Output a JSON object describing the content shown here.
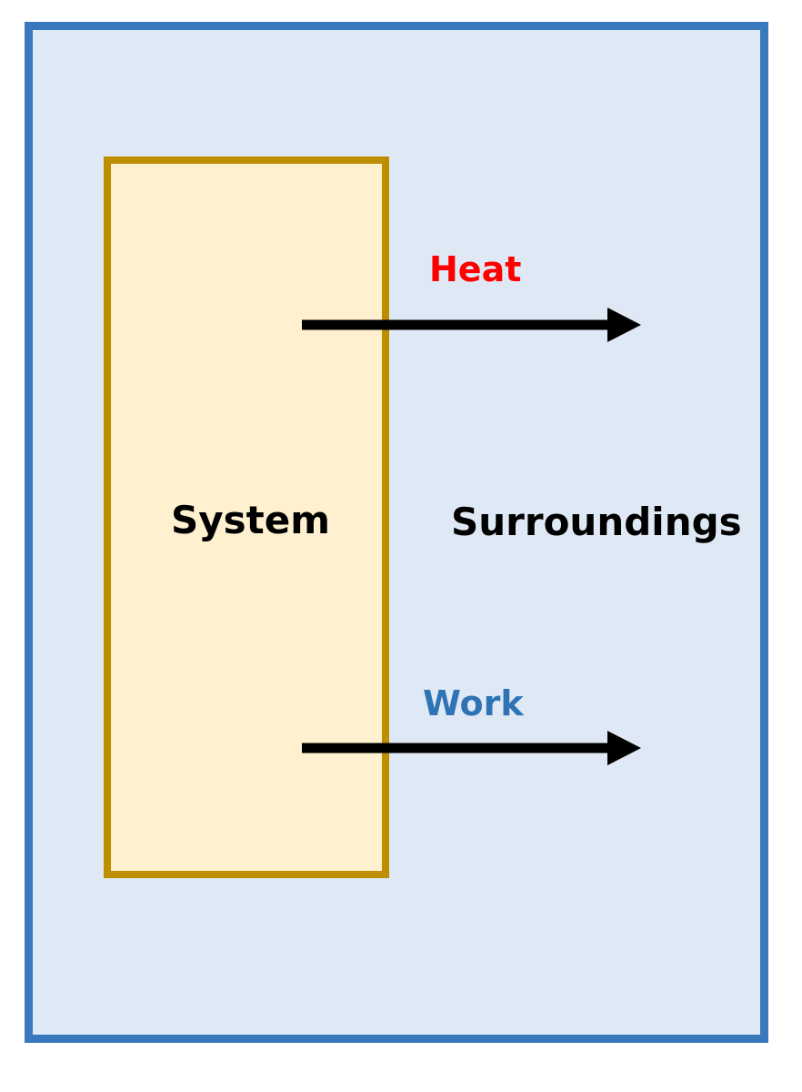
{
  "diagram": {
    "surroundings": {
      "label": "Surroundings"
    },
    "system": {
      "label": "System"
    },
    "flows": [
      {
        "label": "Heat",
        "color": "#ff0000",
        "direction": "out"
      },
      {
        "label": "Work",
        "color": "#2e74b5",
        "direction": "out"
      }
    ]
  },
  "colors": {
    "surroundings_fill": "#dfe9f5",
    "surroundings_border": "#3a78bd",
    "system_fill": "#fff0cf",
    "system_border": "#bd8e00",
    "arrow": "#000000"
  }
}
